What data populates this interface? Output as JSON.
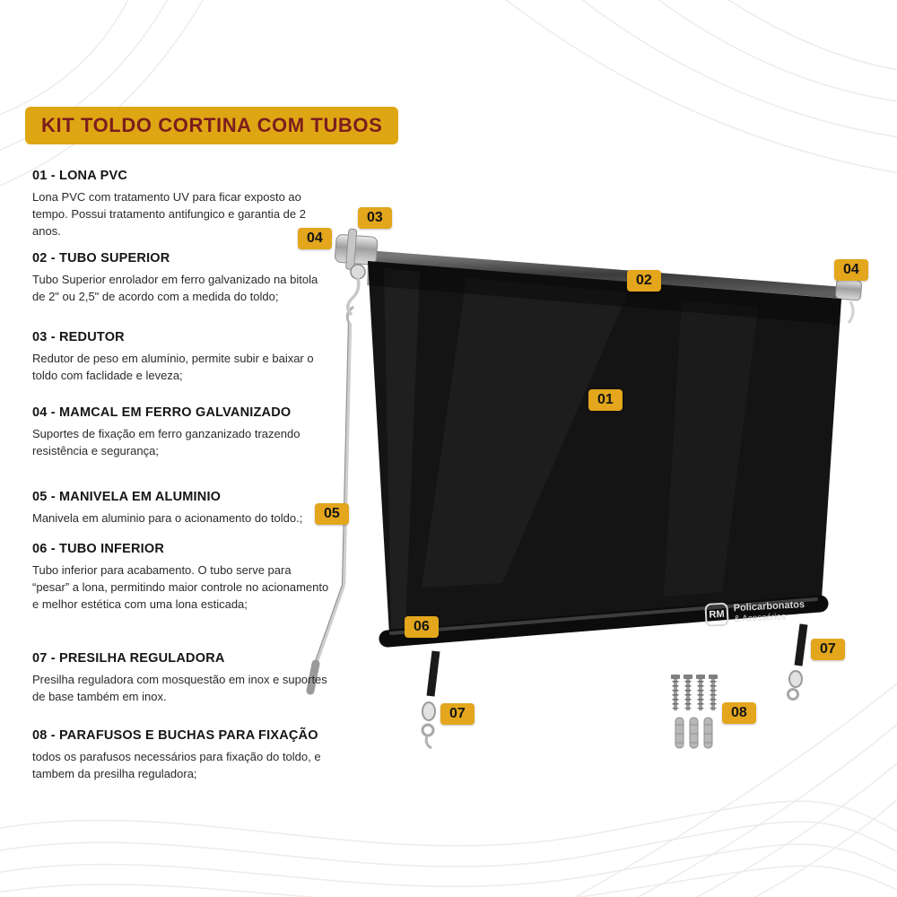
{
  "title": "KIT TOLDO CORTINA COM TUBOS",
  "sections": [
    {
      "heading": "01 - LONA PVC",
      "body": "Lona PVC com tratamento UV para ficar exposto ao tempo. Possui tratamento antifungico e garantia de 2 anos."
    },
    {
      "heading": "02 - TUBO SUPERIOR",
      "body": "Tubo Superior enrolador em ferro galvanizado na bitola de 2\" ou 2,5\" de acordo com a medida do toldo;"
    },
    {
      "heading": "03 - REDUTOR",
      "body": "Redutor de peso em alumínio, permite subir e baixar o toldo com faclidade e leveza;"
    },
    {
      "heading": "04 - MAMCAL  EM FERRO GALVANIZADO",
      "body": "Suportes de fixação em ferro ganzanizado trazendo resistência e segurança;"
    },
    {
      "heading": "05 - MANIVELA EM ALUMINIO",
      "body": "Manivela em aluminio para o acionamento do toldo.;"
    },
    {
      "heading": "06 - TUBO INFERIOR",
      "body": "Tubo inferior para acabamento. O tubo serve para “pesar” a lona, permitindo maior controle no acionamento e melhor estética com uma lona esticada;"
    },
    {
      "heading": "07 - PRESILHA REGULADORA",
      "body": "Presilha reguladora com mosquestão em inox e suportes de base também em inox."
    },
    {
      "heading": "08 - PARAFUSOS E BUCHAS PARA FIXAÇÃO",
      "body": "todos os parafusos necessários para fixação do toldo, e tambem da presilha reguladora;"
    }
  ],
  "badges": [
    {
      "label": "03"
    },
    {
      "label": "04"
    },
    {
      "label": "02"
    },
    {
      "label": "04"
    },
    {
      "label": "01"
    },
    {
      "label": "05"
    },
    {
      "label": "06"
    },
    {
      "label": "07"
    },
    {
      "label": "07"
    },
    {
      "label": "08"
    }
  ],
  "watermark": {
    "logo": "RM",
    "line1": "Policarbonatos",
    "line2": "& Acessórios"
  },
  "colors": {
    "badge": "#E3A61C",
    "title_bg": "#DFA614",
    "title_text": "#7B1E1E",
    "canvas": "#141414",
    "background": "#FFFFFF"
  }
}
